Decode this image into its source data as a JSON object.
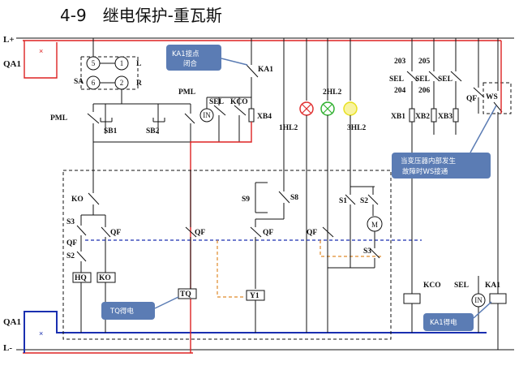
{
  "title": "4-9　继电保护-重瓦斯",
  "bus": {
    "positive": "L+",
    "negative": "L-",
    "breaker_top": "QA1",
    "breaker_bottom": "QA1"
  },
  "labels": {
    "sa": "SA",
    "l": "L",
    "r": "R",
    "pml_top": "PML",
    "pml_left": "PML",
    "sb1": "SB1",
    "sb2": "SB2",
    "ka1_contact": "KA1",
    "sel": "SEL",
    "kco": "KCO",
    "in_left": "IN",
    "xb4": "XB4",
    "hl1": "1HL2",
    "hl2": "2HL2",
    "hl3": "3HL2",
    "ko": "KO",
    "s3_left": "S3",
    "qf_left": "QF",
    "s2_left": "S2",
    "qf_a": "QF",
    "qf_b": "QF",
    "qf_c": "QF",
    "qf_d": "QF",
    "hq": "HQ",
    "ko_coil": "KO",
    "tq": "TQ",
    "y1": "Y1",
    "s9": "S9",
    "s8": "S8",
    "s1": "S1",
    "s2_right": "S2",
    "s3_right": "S3",
    "m": "M",
    "n203": "203",
    "n205": "205",
    "n204": "204",
    "n206": "206",
    "sel1": "SEL",
    "sel2": "SEL",
    "sel3": "SEL",
    "xb1": "XB1",
    "xb2": "XB2",
    "xb3": "XB3",
    "qf_right": "QF",
    "ws": "WS",
    "kco_coil": "KCO",
    "sel_right": "SEL",
    "in_right": "IN",
    "ka1_coil": "KA1"
  },
  "meters": {
    "m5": "5",
    "m1": "1",
    "m6": "6",
    "m2": "2"
  },
  "callouts": {
    "ka1_closed": [
      "KA1接点",
      "闭合"
    ],
    "transformer_fault": [
      "当变压器内部发生",
      "故障时WS接通"
    ],
    "tq_power": "TQ得电",
    "ka1_power": "KA1得电"
  },
  "colors": {
    "wire": "#111111",
    "trip_path": "#d22222",
    "bus_blue": "#1a2fb0",
    "aux_orange": "#e08a2a",
    "callout": "#5b7cb4",
    "lamp_red": "#e03030",
    "lamp_green": "#30b030",
    "lamp_yellow": "#e8e020"
  }
}
